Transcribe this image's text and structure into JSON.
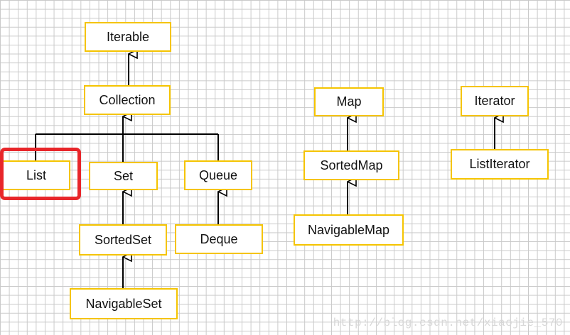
{
  "diagram": {
    "nodes": {
      "iterable": "Iterable",
      "collection": "Collection",
      "list": "List",
      "set": "Set",
      "queue": "Queue",
      "sortedset": "SortedSet",
      "deque": "Deque",
      "navigableset": "NavigableSet",
      "map": "Map",
      "sortedmap": "SortedMap",
      "navigablemap": "NavigableMap",
      "iterator": "Iterator",
      "listiterator": "ListIterator"
    },
    "highlighted_node": "list",
    "colors": {
      "box_border": "#f5c400",
      "highlight": "#e8262a",
      "connector": "#000000",
      "grid": "#c9c9c9"
    }
  },
  "watermark": "http://blog.csdn.net/xiaojie_570"
}
